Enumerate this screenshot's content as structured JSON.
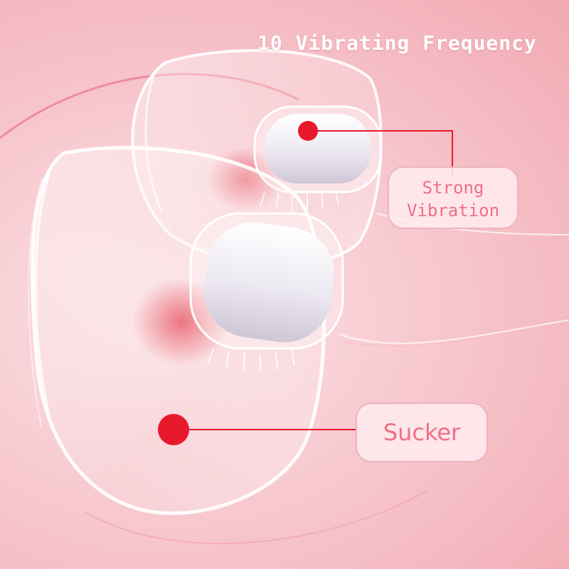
{
  "headline": "10 Vibrating Frequency",
  "callouts": {
    "vibration_line1": "Strong",
    "vibration_line2": "Vibration",
    "sucker": "Sucker"
  },
  "colors": {
    "background": "#f7c9cf",
    "marker": "#e8192c",
    "callout_text": "#f06f86",
    "leader_line": "#e8192c"
  }
}
